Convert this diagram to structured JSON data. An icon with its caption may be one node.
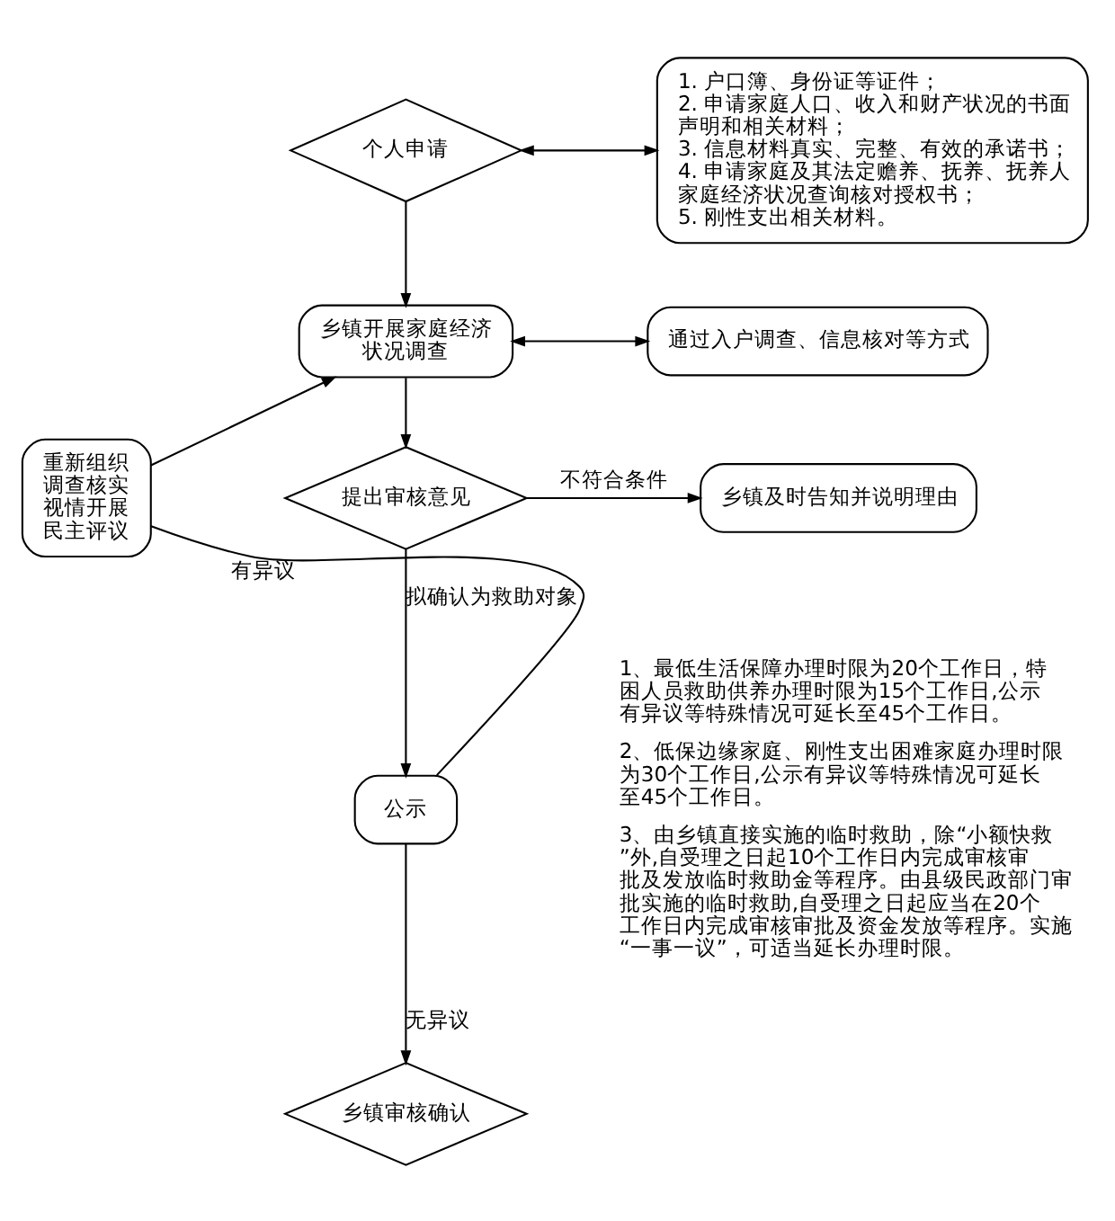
{
  "diagram": {
    "nodes": [
      {
        "text": [
          "个人申请"
        ]
      },
      {
        "text": [
          "1. 户口簿、身份证等证件；",
          "2. 申请家庭人口、收入和财产状况的书面声明和相关材料；",
          "3. 信息材料真实、完整、有效的承诺书；",
          "4. 申请家庭及其法定赡养、抚养、抚养人家庭经济状况查询核对授权书；",
          "5. 刚性支出相关材料。"
        ]
      },
      {
        "text": [
          "乡镇开展家庭经济状况调查"
        ]
      },
      {
        "text": [
          "通过入户调查、信息核对等方式"
        ]
      },
      {
        "text": [
          "提出审核意见"
        ]
      },
      {
        "text": [
          "乡镇及时告知并说明理由"
        ]
      },
      {
        "text": [
          "重新组织调查核实视情开展民主评议"
        ]
      },
      {
        "text": [
          "公示"
        ]
      },
      {
        "text": [
          "乡镇审核确认"
        ]
      }
    ],
    "edges": [
      {
        "from": 0,
        "to": 1,
        "arrow": "both"
      },
      {
        "from": 0,
        "to": 2,
        "arrow": "to"
      },
      {
        "from": 2,
        "to": 3,
        "arrow": "both"
      },
      {
        "from": 2,
        "to": 4,
        "arrow": "to"
      },
      {
        "from": 4,
        "to": 5,
        "arrow": "to",
        "label": "不符合条件"
      },
      {
        "from": 4,
        "to": 7,
        "arrow": "to",
        "label": "拟确认为救助对象"
      },
      {
        "from": 7,
        "to": 6,
        "arrow": "none",
        "label": "有异议"
      },
      {
        "from": 6,
        "to": 2,
        "arrow": "to"
      },
      {
        "from": 7,
        "to": 8,
        "arrow": "to",
        "label": "无异议"
      }
    ],
    "labels": [
      "1、最低生活保障办理时限为20个工作日，特困人员救助供养办理时限为15个工作日,公示有异议等特殊情况可延长至45个工作日。",
      "2、低保边缘家庭、刚性支出困难家庭办理时限为30个工作日,公示有异议等特殊情况可延长至45个工作日。",
      "3、由乡镇直接实施的临时救助，除“小额快救”外,自受理之日起10个工作日内完成审核审批及发放临时救助金等程序。由县级民政部门审批实施的临时救助,自受理之日起应当在20个工作日内完成审核审批及资金发放等程序。实施“一事一议”，可适当延长办理时限。"
    ]
  }
}
